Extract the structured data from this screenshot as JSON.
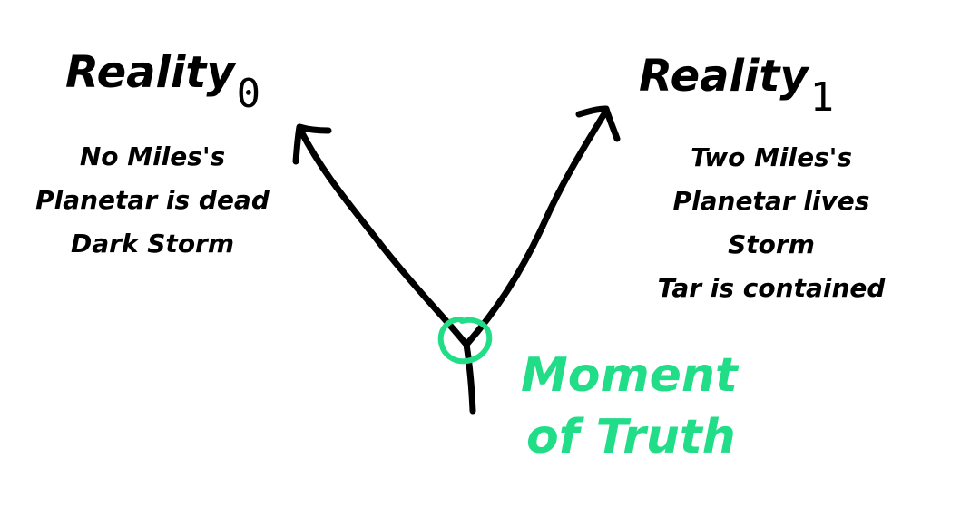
{
  "colors": {
    "ink": "#000000",
    "accent": "#22dd88",
    "background": "#ffffff"
  },
  "branches": [
    {
      "title_main": "Reality",
      "title_sub": "0",
      "notes": [
        "No Miles's",
        "Planetar is dead",
        "Dark Storm"
      ]
    },
    {
      "title_main": "Reality",
      "title_sub": "1",
      "notes": [
        "Two Miles's",
        "Planetar lives",
        "Storm",
        "Tar is contained"
      ]
    }
  ],
  "moment": {
    "line1": "Moment",
    "line2": "of Truth"
  }
}
